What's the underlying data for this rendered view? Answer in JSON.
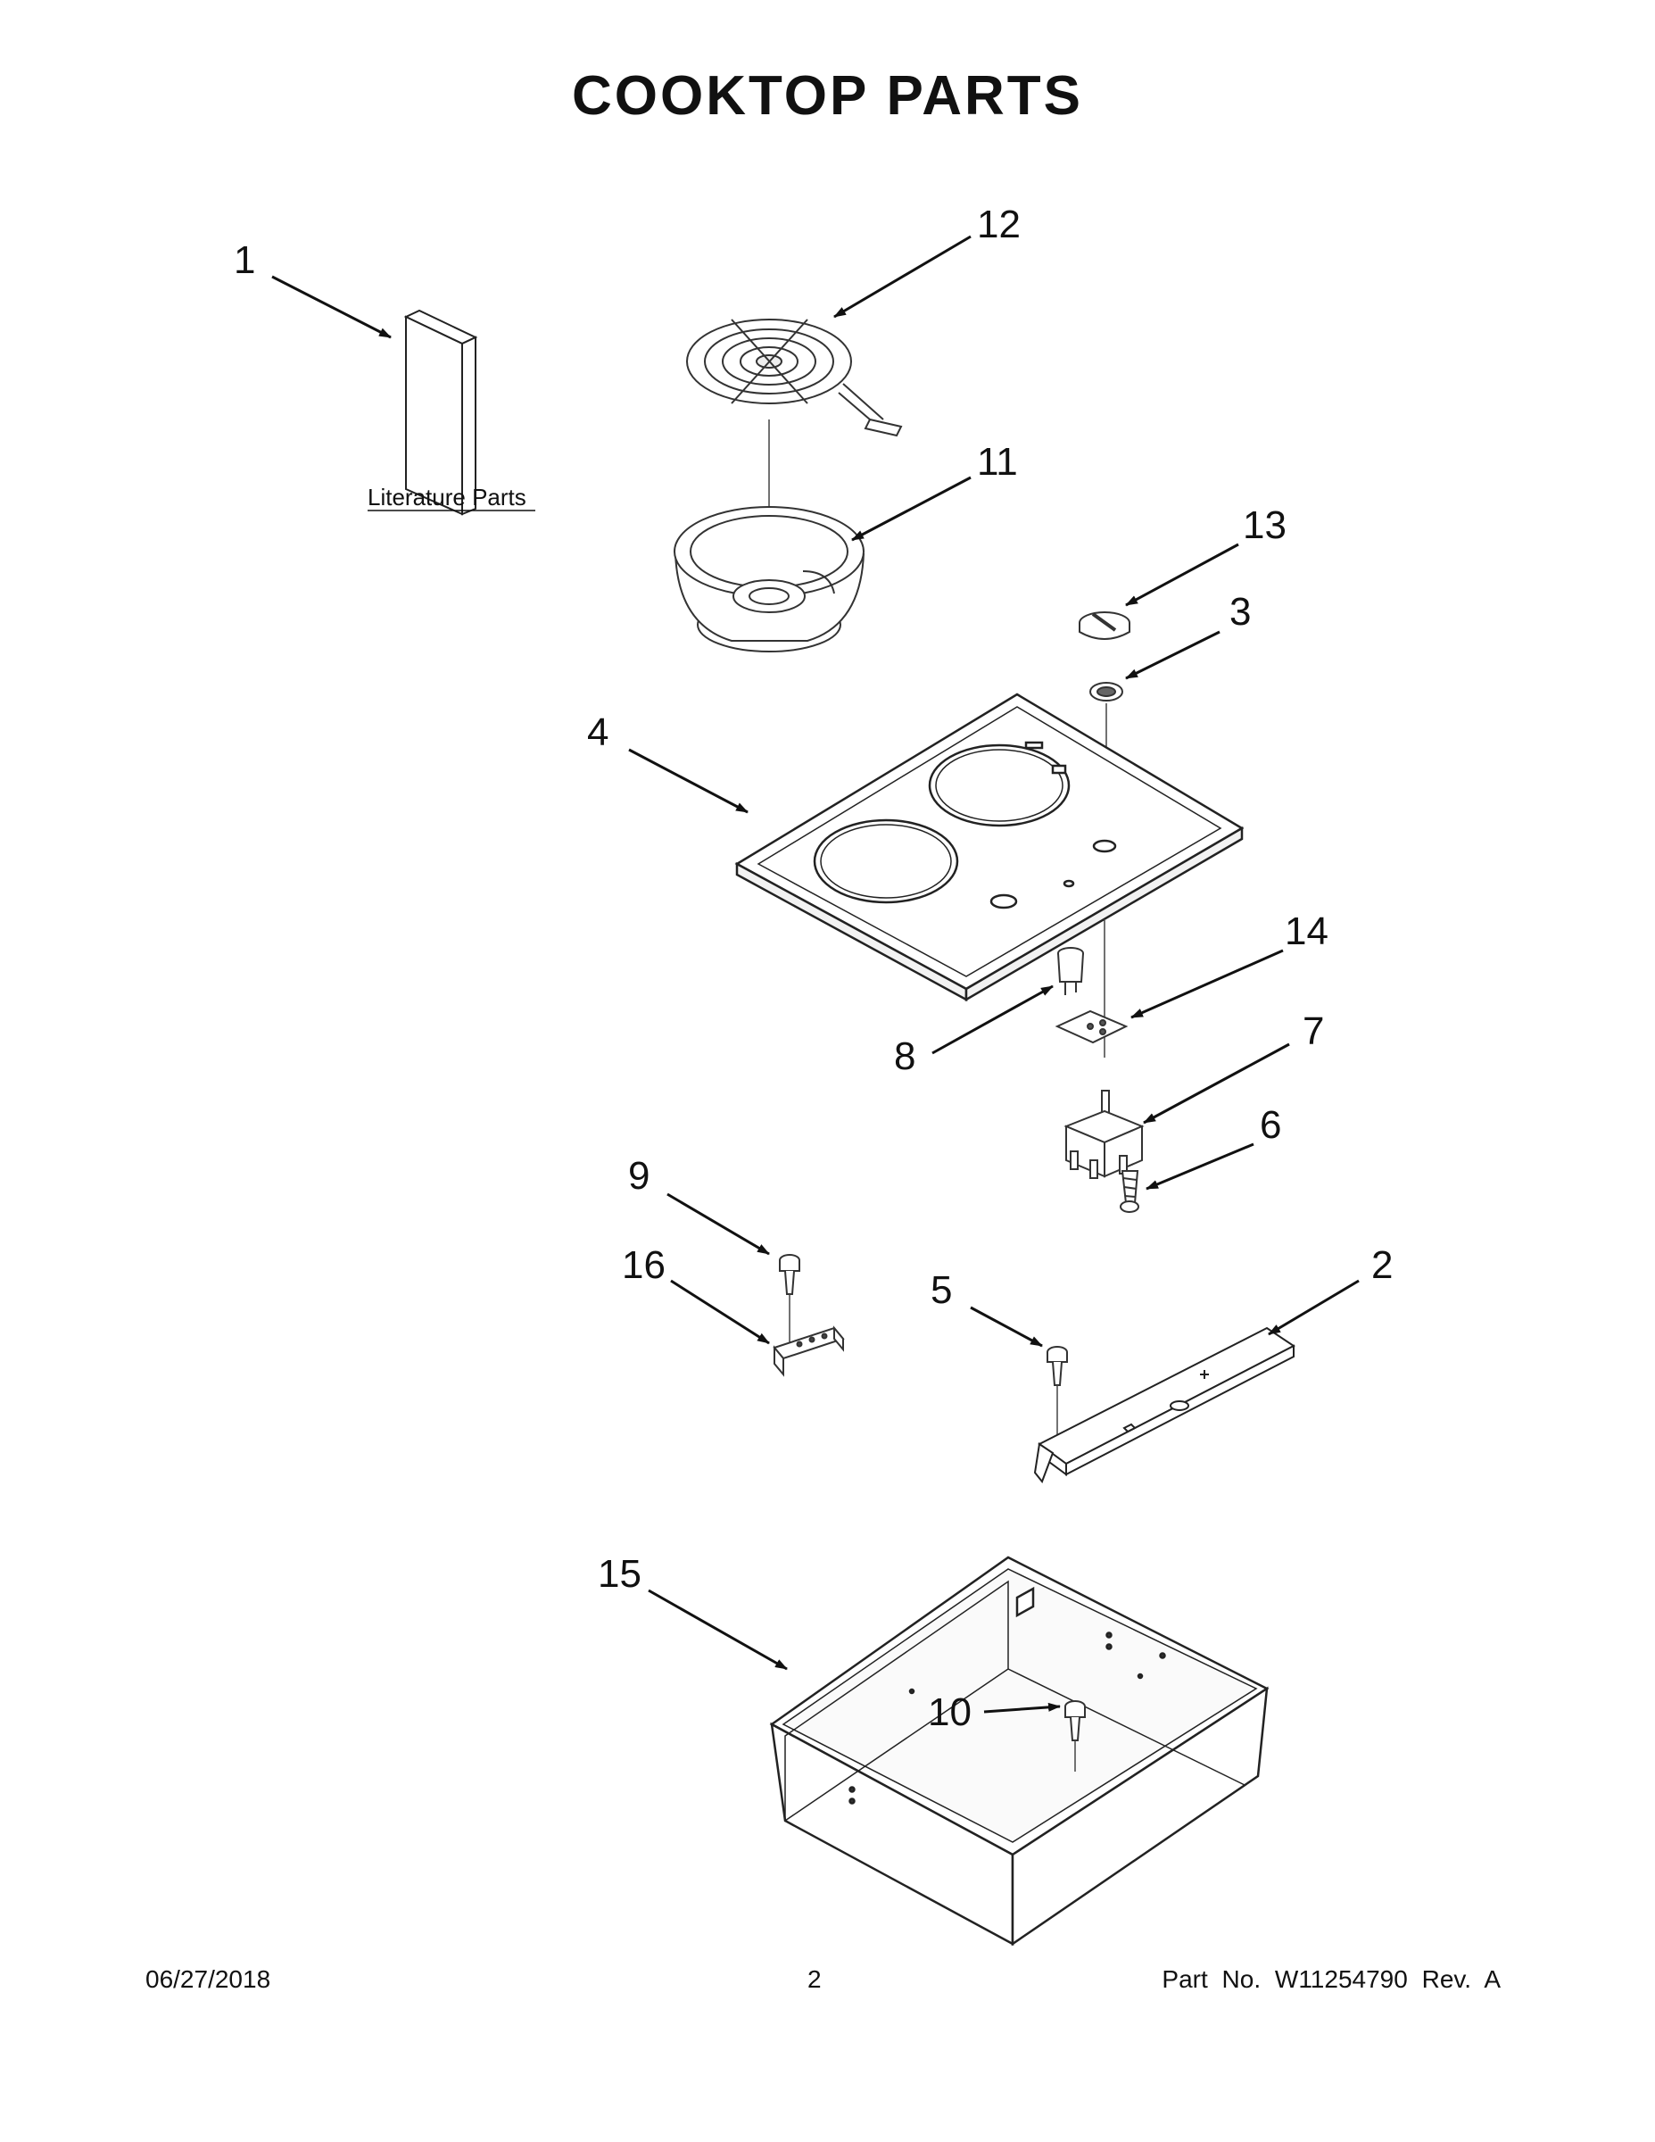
{
  "title": "COOKTOP PARTS",
  "literature_label": "Literature Parts",
  "callouts": {
    "c1": "1",
    "c2": "2",
    "c3": "3",
    "c4": "4",
    "c5": "5",
    "c6": "6",
    "c7": "7",
    "c8": "8",
    "c9": "9",
    "c10": "10",
    "c11": "11",
    "c12": "12",
    "c13": "13",
    "c14": "14",
    "c15": "15",
    "c16": "16"
  },
  "footer": {
    "date": "06/27/2018",
    "page": "2",
    "part": "Part No.  W11254790  Rev.  A"
  }
}
